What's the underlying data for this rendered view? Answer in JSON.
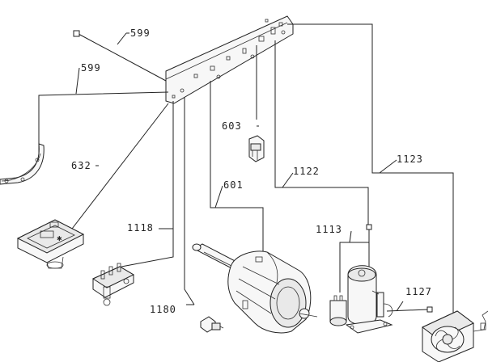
{
  "labels": {
    "l599a": "599",
    "l599b": "599",
    "l603": "603",
    "l632": "632",
    "l1122": "1122",
    "l1123": "1123",
    "l601": "601",
    "l1118": "1118",
    "l1113": "1113",
    "l1127": "1127",
    "l1180": "1180"
  }
}
